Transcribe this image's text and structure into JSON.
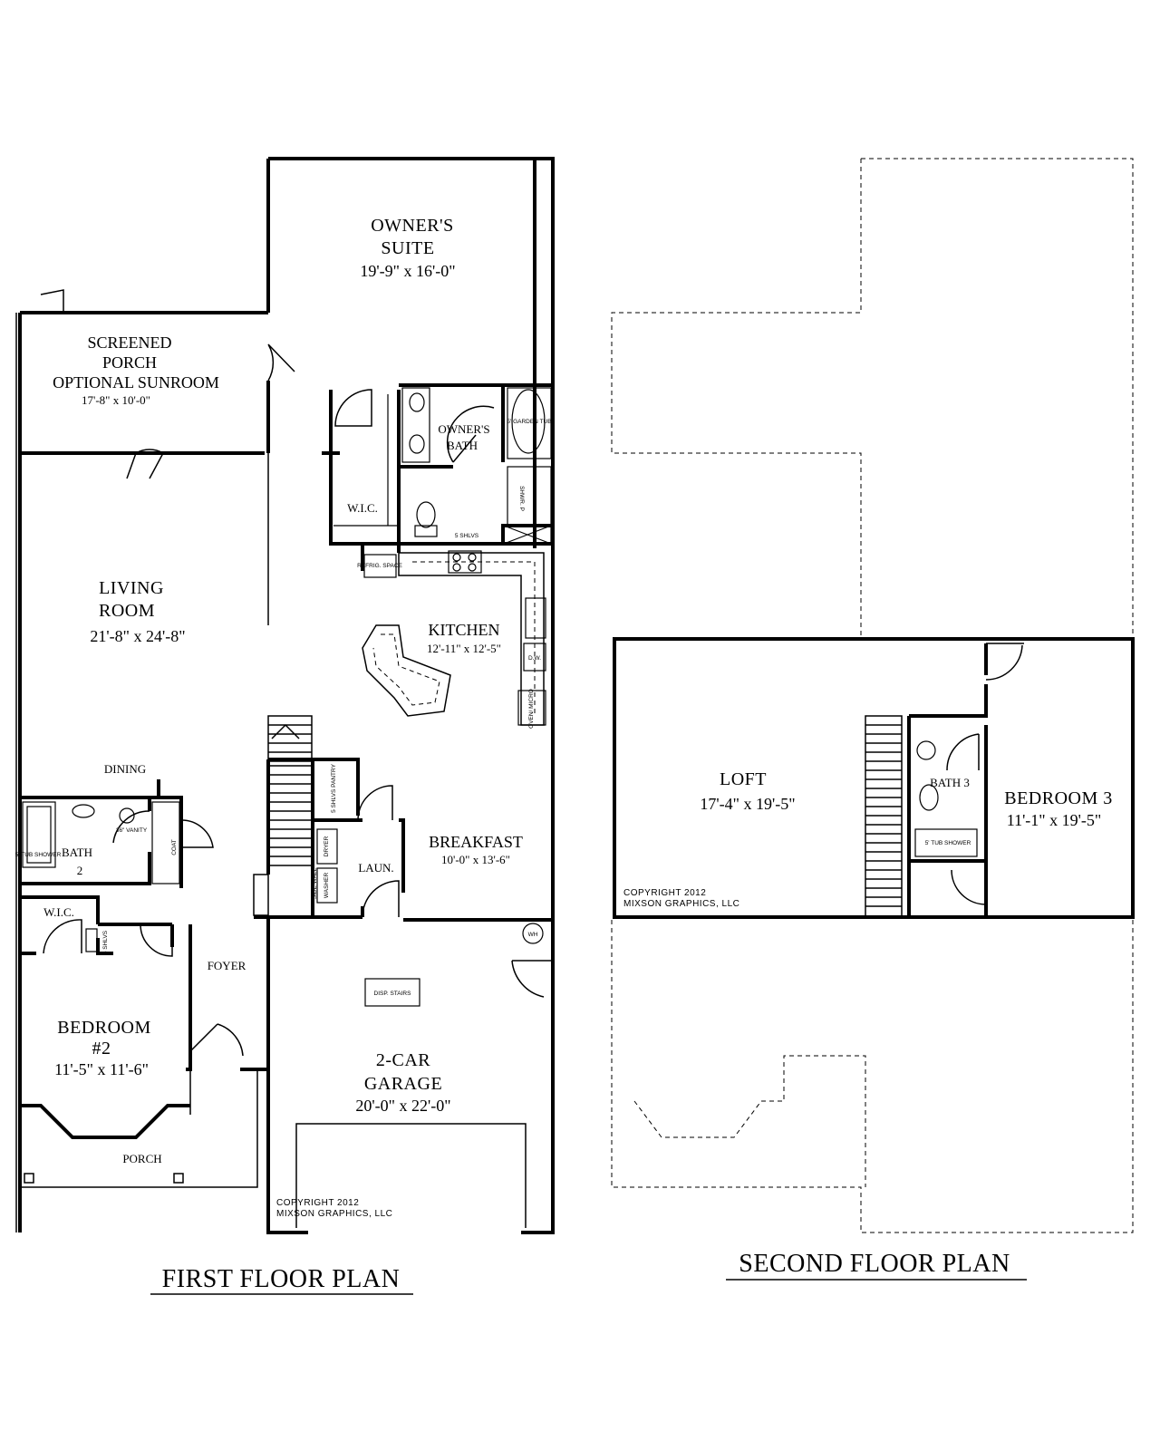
{
  "first_floor": {
    "title": "FIRST FLOOR PLAN",
    "copyright_line1": "COPYRIGHT 2012",
    "copyright_line2": "MIXSON GRAPHICS, LLC",
    "rooms": {
      "owners_suite": {
        "name1": "OWNER'S",
        "name2": "SUITE",
        "dim": "19'-9\" x 16'-0\""
      },
      "screened_porch": {
        "name1": "SCREENED",
        "name2": "PORCH",
        "name3": "OPTIONAL SUNROOM",
        "dim": "17'-8\" x 10'-0\""
      },
      "owners_bath": {
        "name1": "OWNER'S",
        "name2": "BATH",
        "tub": "5' GARDEN TUB",
        "shelves": "5 SHLVS",
        "shower": "SHWR. P"
      },
      "wic_owner": {
        "name": "W.I.C."
      },
      "living_room": {
        "name1": "LIVING",
        "name2": "ROOM",
        "dim": "21'-8\" x 24'-8\""
      },
      "kitchen": {
        "name": "KITCHEN",
        "dim": "12'-11\" x 12'-5\"",
        "refrig": "REFRIG. SPACE",
        "dw": "D.W.",
        "oven": "OVEN/ MICRO"
      },
      "dining": {
        "name": "DINING"
      },
      "pantry": {
        "label": "5 SHLVS PANTRY"
      },
      "breakfast": {
        "name": "BREAKFAST",
        "dim": "10'-0\" x 13'-6\""
      },
      "laundry": {
        "name": "LAUN.",
        "dryer": "DRYER",
        "washer": "WASHER",
        "wall": "SIDE WALL"
      },
      "bath2": {
        "name1": "BATH",
        "name2": "2",
        "tub": "5' TUB SHOWER",
        "vanity": "36\" VANITY",
        "coat": "COAT"
      },
      "wic_bed2": {
        "name": "W.I.C.",
        "shelves": "5 SHLVS"
      },
      "foyer": {
        "name": "FOYER"
      },
      "bedroom2": {
        "name1": "BEDROOM",
        "name2": "#2",
        "dim": "11'-5\" x 11'-6\""
      },
      "porch": {
        "name": "PORCH"
      },
      "garage": {
        "name1": "2-CAR",
        "name2": "GARAGE",
        "dim": "20'-0\" x 22'-0\"",
        "wh": "WH",
        "stairs": "DISP. STAIRS"
      }
    }
  },
  "second_floor": {
    "title": "SECOND FLOOR PLAN",
    "copyright_line1": "COPYRIGHT 2012",
    "copyright_line2": "MIXSON GRAPHICS, LLC",
    "rooms": {
      "loft": {
        "name": "LOFT",
        "dim": "17'-4\" x 19'-5\""
      },
      "bath3": {
        "name": "BATH 3",
        "tub": "5' TUB SHOWER"
      },
      "bedroom3": {
        "name": "BEDROOM 3",
        "dim": "11'-1\" x 19'-5\""
      }
    }
  }
}
